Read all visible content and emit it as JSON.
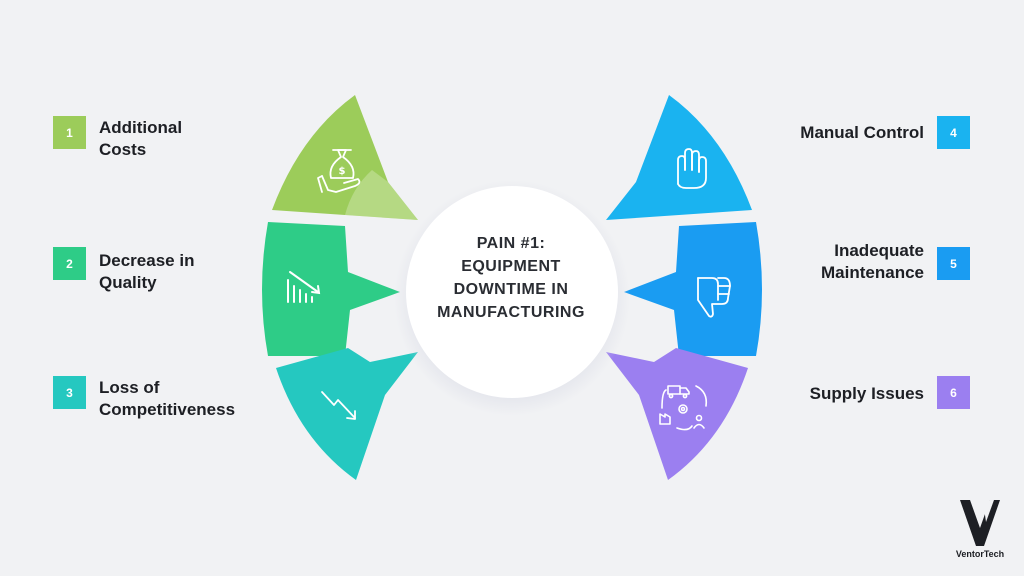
{
  "center": {
    "lines": [
      "PAIN #1:",
      "EQUIPMENT",
      "DOWNTIME IN",
      "MANUFACTURING"
    ]
  },
  "items": [
    {
      "number": "1",
      "label": "Additional\nCosts",
      "color": "#9ccc5a",
      "icon": "money-bag-hand-icon"
    },
    {
      "number": "2",
      "label": "Decrease in\nQuality",
      "color": "#2ecc87",
      "icon": "declining-bar-chart-icon"
    },
    {
      "number": "3",
      "label": "Loss of\nCompetitiveness",
      "color": "#25c8c0",
      "icon": "downward-trend-arrow-icon"
    },
    {
      "number": "4",
      "label": "Manual Control",
      "color": "#1ab3f0",
      "icon": "raised-hand-icon"
    },
    {
      "number": "5",
      "label": "Inadequate\nMaintenance",
      "color": "#1a9cf2",
      "icon": "thumbs-down-icon"
    },
    {
      "number": "6",
      "label": "Supply Issues",
      "color": "#9b7ff0",
      "icon": "supply-chain-cycle-icon"
    }
  ],
  "brand": {
    "name": "VentorTech",
    "color": "#1d1f24"
  }
}
